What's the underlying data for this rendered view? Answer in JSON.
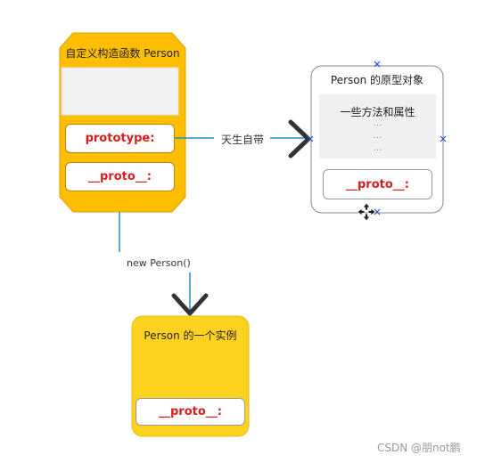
{
  "constructor": {
    "title": "自定义构造函数 Person",
    "prototype_label": "prototype:",
    "proto_label": "__proto__:"
  },
  "prototype_object": {
    "title": "Person  的原型对象",
    "methods_label": "一些方法和属性",
    "ellipsis": [
      "…",
      "…",
      "…"
    ],
    "proto_label": "__proto__:"
  },
  "instance": {
    "title": "Person 的一个实例",
    "proto_label": "__proto__:"
  },
  "edges": {
    "born_with": "天生自带",
    "new_person": "new Person()"
  },
  "watermark": "CSDN @朋not鹏",
  "colors": {
    "constructor_fill": "#ffbe00",
    "instance_fill": "#ffd21f",
    "connector": "#1b8fc4",
    "arrow": "#333333",
    "red_text": "#d42020"
  }
}
